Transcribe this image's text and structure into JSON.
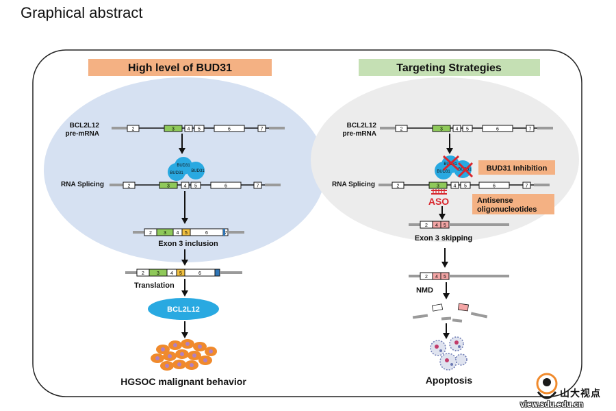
{
  "page": {
    "title": "Graphical abstract"
  },
  "left_panel": {
    "header": "High level of BUD31",
    "gene_label_line1": "BCL2L12",
    "gene_label_line2": "pre-mRNA",
    "splicing_label": "RNA Splicing",
    "bud31_label": "BUD31",
    "inclusion_label": "Exon 3 inclusion",
    "translation_label": "Translation",
    "protein_label": "BCL2L12",
    "outcome_label": "HGSOC malignant behavior"
  },
  "right_panel": {
    "header": "Targeting Strategies",
    "gene_label_line1": "BCL2L12",
    "gene_label_line2": "pre-mRNA",
    "splicing_label": "RNA Splicing",
    "bud31_label": "BUD31",
    "inhibition_label": "BUD31 Inhibition",
    "aso_label": "ASO",
    "antisense_line1": "Antisense",
    "antisense_line2": "oligonucleotides",
    "skipping_label": "Exon 3 skipping",
    "nmd_label": "NMD",
    "outcome_label": "Apoptosis"
  },
  "exons": {
    "e2": "2",
    "e3": "3",
    "e4": "4",
    "e5": "5",
    "e6": "6",
    "e7": "7"
  },
  "watermark": {
    "text": "山大视点",
    "url": "view.sdu.edu.cn"
  },
  "colors": {
    "left_header_bg": "#f4b183",
    "right_header_bg": "#c5e0b4",
    "left_ellipse": "#d6e1f2",
    "right_ellipse": "#ececec",
    "exon3": "#8fc95a",
    "exon5": "#f0c040",
    "exon_tail": "#2e75b6",
    "exon_pink": "#f4a6a6",
    "bud31": "#29a9e1",
    "aso_red": "#d9262d"
  }
}
